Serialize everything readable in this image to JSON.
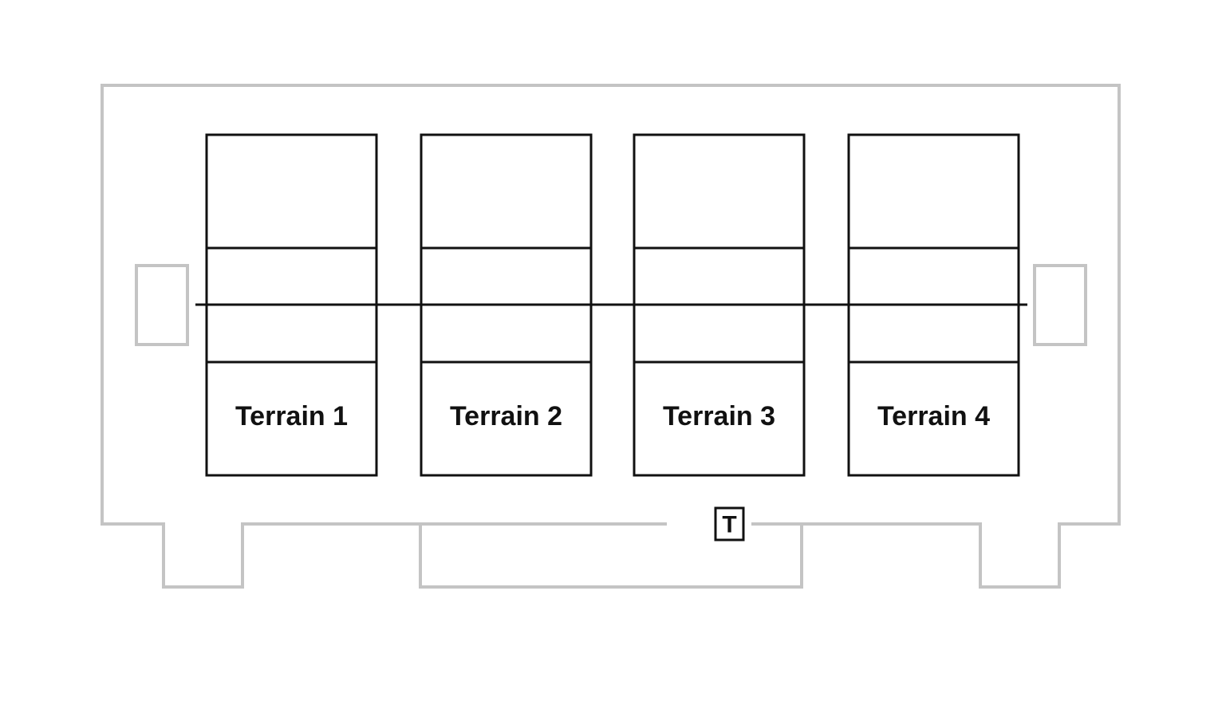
{
  "terrains": [
    {
      "label": "Terrain 1"
    },
    {
      "label": "Terrain 2"
    },
    {
      "label": "Terrain 3"
    },
    {
      "label": "Terrain 4"
    }
  ],
  "marker": {
    "label": "T"
  },
  "colors": {
    "outline": "#c4c4c4",
    "lines": "#111111",
    "background": "#ffffff"
  }
}
